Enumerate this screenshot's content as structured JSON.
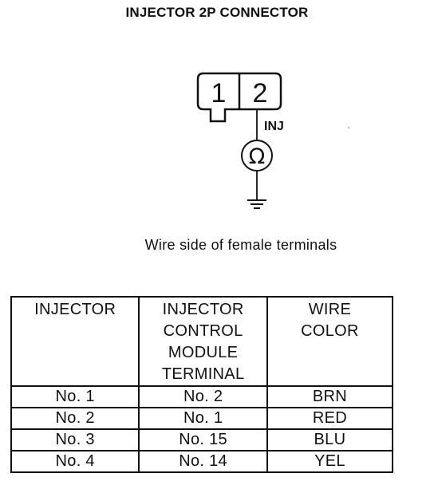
{
  "title": "INJECTOR 2P CONNECTOR",
  "connector": {
    "pin1": "1",
    "pin2": "2",
    "wire_label": "INJ",
    "ohmmeter_symbol": "Ω"
  },
  "caption": "Wire side of female terminals",
  "table": {
    "headers": [
      [
        "INJECTOR"
      ],
      [
        "INJECTOR",
        "CONTROL",
        "MODULE",
        "TERMINAL"
      ],
      [
        "WIRE",
        "COLOR"
      ]
    ],
    "rows": [
      [
        "No. 1",
        "No. 2",
        "BRN"
      ],
      [
        "No. 2",
        "No. 1",
        "RED"
      ],
      [
        "No. 3",
        "No. 15",
        "BLU"
      ],
      [
        "No. 4",
        "No. 14",
        "YEL"
      ]
    ]
  }
}
